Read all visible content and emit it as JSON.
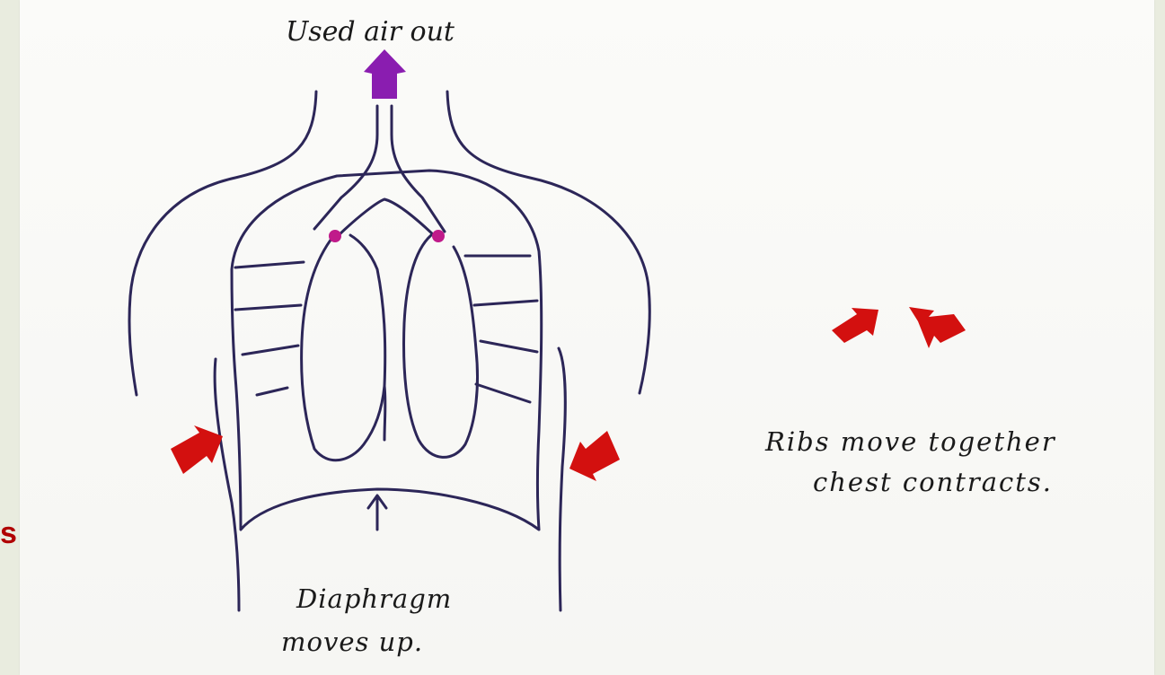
{
  "labels": {
    "air_out": "Used air out",
    "ribs_line1": "Ribs move together",
    "ribs_line2": "chest contracts.",
    "diaphragm_line1": "Diaphragm",
    "diaphragm_line2": "moves up."
  },
  "side_letter": "s",
  "colors": {
    "ink": "#2c2658",
    "arrow_red": "#d3100f",
    "arrow_purple": "#8a1db0",
    "lung_mark": "#c01a8a",
    "text_red": "#b00000"
  },
  "icons": [
    "up-arrow-icon",
    "inward-arrow-icon"
  ]
}
